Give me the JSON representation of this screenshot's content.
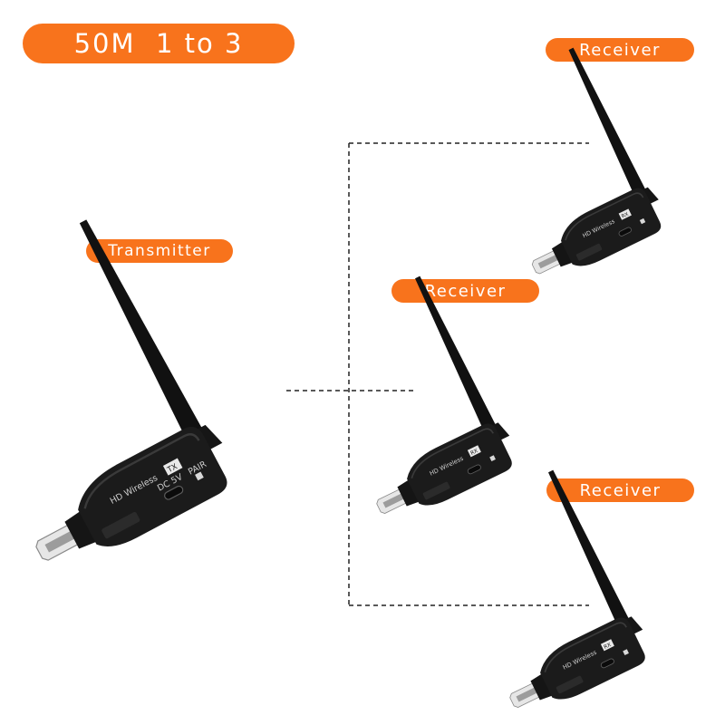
{
  "title": "50M  1 to 3",
  "transmitter": {
    "label": "Transmitter",
    "device_text": "HD Wireless",
    "badge": "TX",
    "port_label": "DC 5V",
    "button_label": "PAIR"
  },
  "receivers": [
    {
      "label": "Receiver",
      "device_text": "HD Wireless",
      "badge": "RX"
    },
    {
      "label": "Receiver",
      "device_text": "HD Wireless",
      "badge": "RX"
    },
    {
      "label": "Receiver",
      "device_text": "HD Wireless",
      "badge": "RX"
    }
  ],
  "colors": {
    "accent": "#f8731c",
    "device_body": "#1a1a1a",
    "connector": "#d9d9d9",
    "link_line": "#222222"
  }
}
